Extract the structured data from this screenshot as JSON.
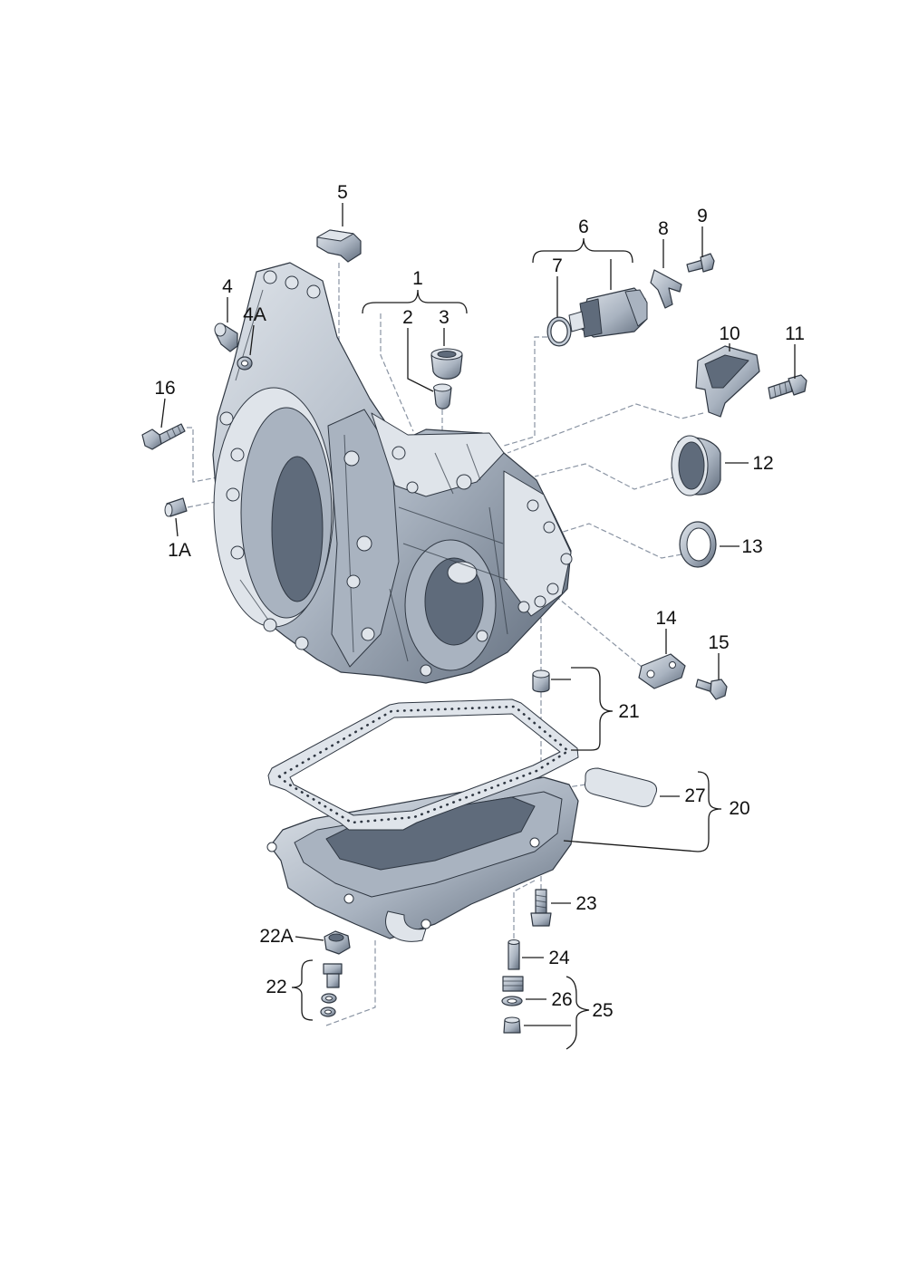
{
  "diagram": {
    "labels": {
      "part_1": "1",
      "part_1a": "1A",
      "part_2": "2",
      "part_3": "3",
      "part_4": "4",
      "part_4a": "4A",
      "part_5": "5",
      "part_6": "6",
      "part_7": "7",
      "part_8": "8",
      "part_9": "9",
      "part_10": "10",
      "part_11": "11",
      "part_12": "12",
      "part_13": "13",
      "part_14": "14",
      "part_15": "15",
      "part_16": "16",
      "part_20": "20",
      "part_21": "21",
      "part_22": "22",
      "part_22a": "22A",
      "part_23": "23",
      "part_24": "24",
      "part_25": "25",
      "part_26": "26",
      "part_27": "27"
    },
    "colors": {
      "metal_light": "#dfe4ea",
      "metal_mid": "#a9b3c0",
      "metal_dark": "#5f6b7b",
      "outline": "#2f3742",
      "leader": "#8a94a3",
      "label": "#111111"
    }
  }
}
